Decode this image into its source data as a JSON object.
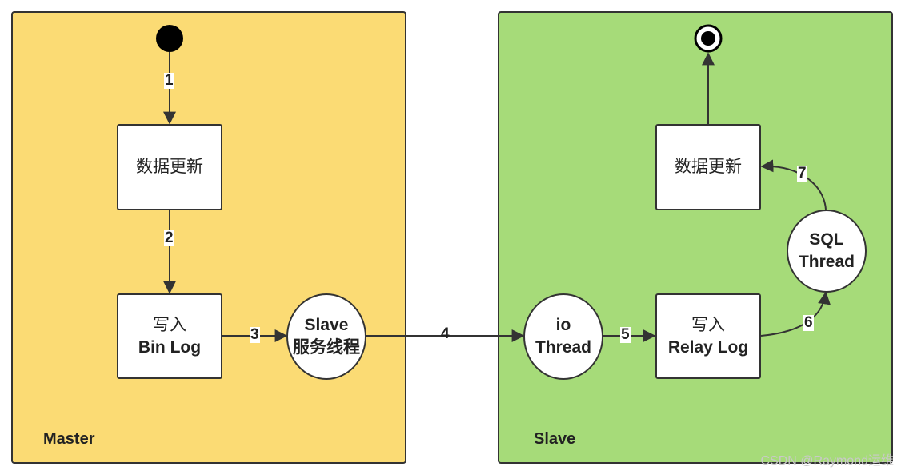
{
  "panels": {
    "master": "Master",
    "slave": "Slave"
  },
  "master": {
    "update_box": "数据更新",
    "binlog_box": {
      "line1": "写入",
      "line2": "Bin Log"
    },
    "slave_service": {
      "line1": "Slave",
      "line2": "服务线程"
    }
  },
  "slave": {
    "io_thread": {
      "line1": "io",
      "line2": "Thread"
    },
    "relaylog_box": {
      "line1": "写入",
      "line2": "Relay Log"
    },
    "sql_thread": {
      "line1": "SQL",
      "line2": "Thread"
    },
    "update_box": "数据更新"
  },
  "steps": [
    "1",
    "2",
    "3",
    "4",
    "5",
    "6",
    "7"
  ],
  "watermark": "CSDN @Raymond运维",
  "colors": {
    "master_bg": "#fbdb74",
    "slave_bg": "#a6db79"
  }
}
